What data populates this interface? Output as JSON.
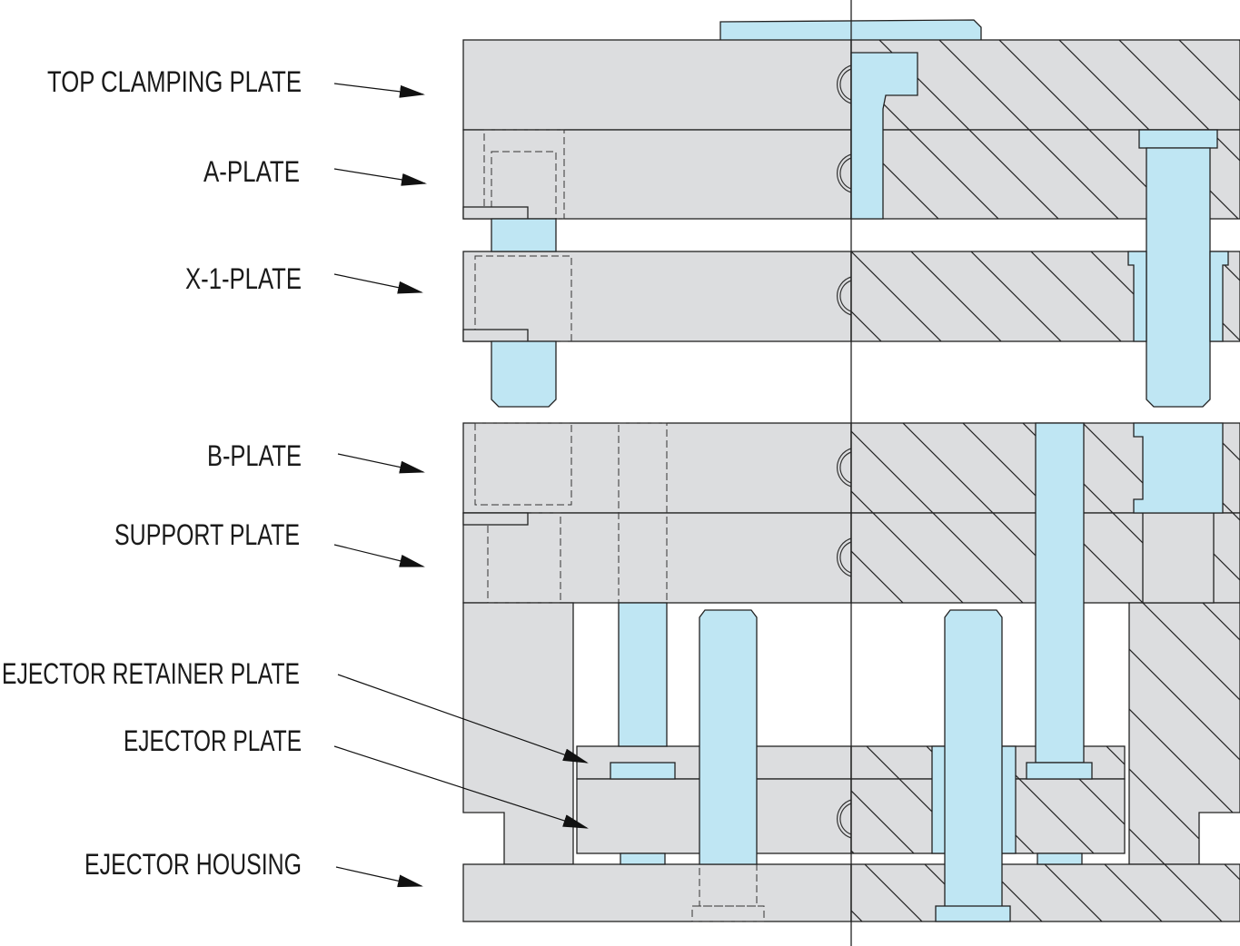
{
  "labels": {
    "top_clamping_plate": "TOP CLAMPING PLATE",
    "a_plate": "A-PLATE",
    "x1_plate": "X-1-PLATE",
    "b_plate": "B-PLATE",
    "support_plate": "SUPPORT PLATE",
    "ejector_retainer_plate": "EJECTOR RETAINER PLATE",
    "ejector_plate": "EJECTOR PLATE",
    "ejector_housing": "EJECTOR HOUSING"
  },
  "colors": {
    "plate": "#dcdddf",
    "component": "#bfe6f3",
    "line": "#222222"
  }
}
